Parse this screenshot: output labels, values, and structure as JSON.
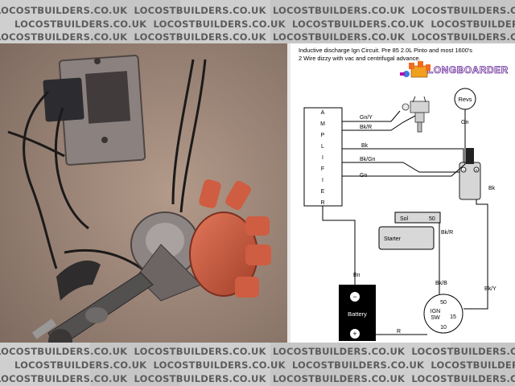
{
  "watermark": {
    "text": "LOCOSTBUILDERS.CO.UK"
  },
  "photo": {
    "subject": "distributor-with-amplifier-module"
  },
  "diagram": {
    "title_line1": "Inductive discharge Ign Circuit.  Pre 85 2.0L Pinto and most 1600's",
    "title_line2": "2 Wire dizzy with vac and centrifugal advance.",
    "brand": "LONGBOARDER",
    "amplifier_letters": [
      "A",
      "M",
      "P",
      "L",
      "I",
      "F",
      "I",
      "E",
      "R"
    ],
    "wires": {
      "gn_y": "Gn/Y",
      "bk_r_top": "Bk/R",
      "bk": "Bk",
      "bk_gn": "Bk/Gn",
      "gn": "Gn",
      "gn_revs": "Gn",
      "bk_coil": "Bk",
      "bk_r_starter": "Bk/R",
      "bn": "Bn",
      "bk_b": "Bk/B",
      "bk_y": "Bk/Y",
      "r": "R"
    },
    "components": {
      "revs": "Revs",
      "sol": "Sol",
      "sol_terminal": "50",
      "starter": "Starter",
      "battery": "Battery",
      "battery_minus": "−",
      "battery_plus": "+",
      "ign_sw_line1": "IGN",
      "ign_sw_line2": "SW",
      "ign_50": "50",
      "ign_15": "15",
      "ign_10": "10"
    }
  }
}
